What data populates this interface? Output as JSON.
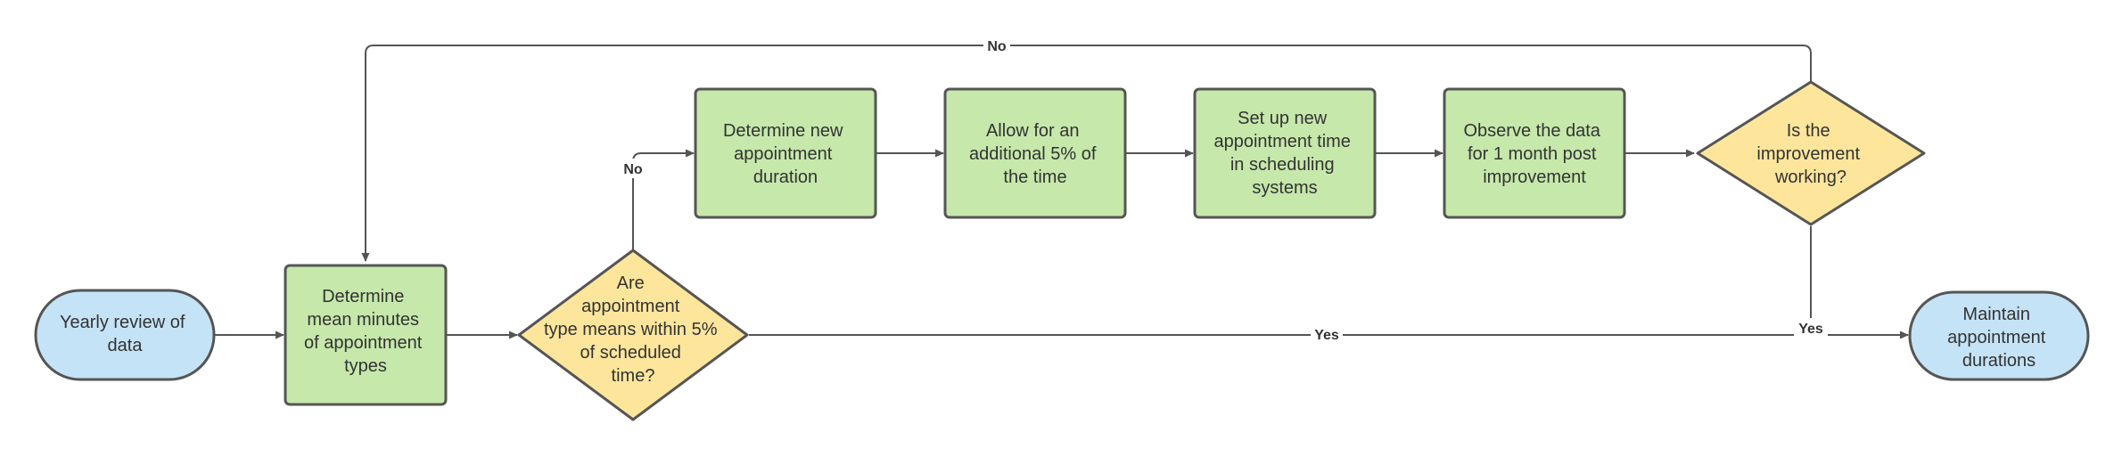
{
  "colors": {
    "terminal_fill": "#c5e3f6",
    "process_fill": "#c6e8ab",
    "decision_fill": "#fde69c",
    "stroke": "#555555",
    "text": "#333333"
  },
  "nodes": {
    "start": {
      "shape": "terminal",
      "lines": [
        "Yearly review of",
        "data"
      ]
    },
    "determine_mean": {
      "shape": "process",
      "lines": [
        "Determine",
        "mean minutes",
        "of appointment",
        "types"
      ]
    },
    "decision_within": {
      "shape": "decision",
      "lines": [
        "Are",
        "appointment",
        "type means within 5%",
        "of scheduled",
        "time?"
      ]
    },
    "determine_new": {
      "shape": "process",
      "lines": [
        "Determine new",
        "appointment",
        "duration"
      ]
    },
    "allow_additional": {
      "shape": "process",
      "lines": [
        "Allow for an",
        "additional 5% of",
        "the time"
      ]
    },
    "set_up": {
      "shape": "process",
      "lines": [
        "Set up new",
        "appointment time",
        "in scheduling",
        "systems"
      ]
    },
    "observe": {
      "shape": "process",
      "lines": [
        "Observe the data",
        "for 1 month post",
        "improvement"
      ]
    },
    "decision_working": {
      "shape": "decision",
      "lines": [
        "Is the",
        "improvement",
        "working?"
      ]
    },
    "end": {
      "shape": "terminal",
      "lines": [
        "Maintain",
        "appointment",
        "durations"
      ]
    }
  },
  "edge_labels": {
    "loop_no": "No",
    "within_no": "No",
    "within_yes": "Yes",
    "working_yes": "Yes"
  }
}
